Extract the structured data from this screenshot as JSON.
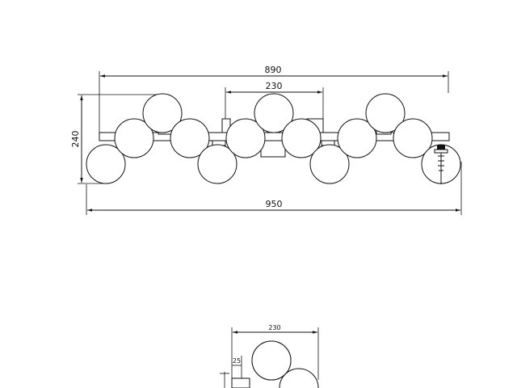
{
  "drawing": {
    "front_view": {
      "dim_overall_top": "890",
      "dim_center": "230",
      "dim_height": "240",
      "dim_overall_bottom": "950"
    },
    "side_view": {
      "dim_width": "230",
      "dim_offset": "25"
    }
  }
}
